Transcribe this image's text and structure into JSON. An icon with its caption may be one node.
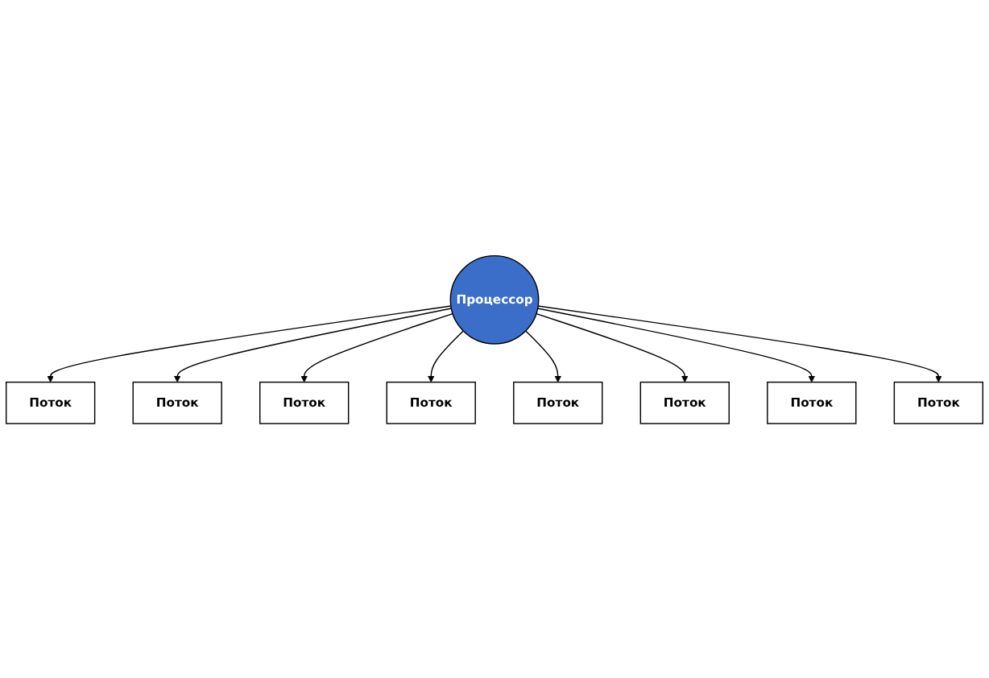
{
  "diagram": {
    "nodes": [
      {
        "text": [
          "Поток"
        ]
      },
      {
        "text": [
          "Поток"
        ]
      },
      {
        "text": [
          "Поток"
        ]
      },
      {
        "text": [
          "Поток"
        ]
      },
      {
        "text": [
          "Процессор"
        ]
      },
      {
        "text": [
          "Поток"
        ]
      },
      {
        "text": [
          "Поток"
        ]
      },
      {
        "text": [
          "Поток"
        ]
      },
      {
        "text": [
          "Поток"
        ]
      }
    ],
    "edges": [
      {
        "from": 4,
        "to": 0,
        "arrow": "to"
      },
      {
        "from": 4,
        "to": 1,
        "arrow": "to"
      },
      {
        "from": 4,
        "to": 2,
        "arrow": "to"
      },
      {
        "from": 4,
        "to": 3,
        "arrow": "to"
      },
      {
        "from": 4,
        "to": 5,
        "arrow": "to"
      },
      {
        "from": 4,
        "to": 6,
        "arrow": "to"
      },
      {
        "from": 4,
        "to": 7,
        "arrow": "to"
      },
      {
        "from": 4,
        "to": 8,
        "arrow": "to"
      }
    ]
  }
}
